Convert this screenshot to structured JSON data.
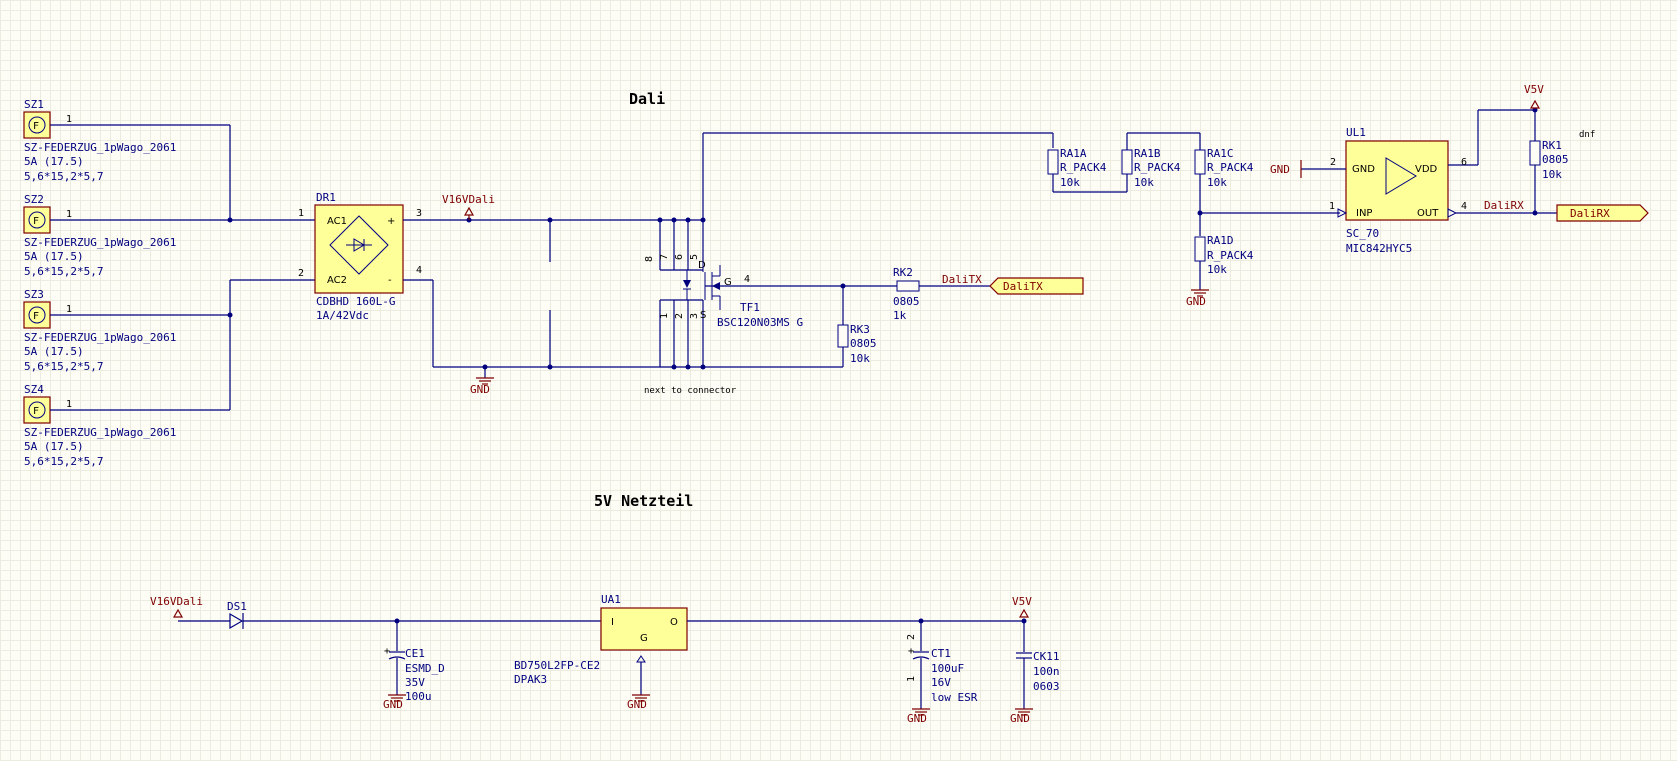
{
  "titles": {
    "dali": "Dali",
    "psu": "5V Netzteil"
  },
  "notes": {
    "connector": "next to connector",
    "dnf": "dnf"
  },
  "sz": [
    {
      "des": "SZ1",
      "pin": "1",
      "comment": "SZ-FEDERZUG_1pWago_2061",
      "rating": "5A (17.5)",
      "dims": "5,6*15,2*5,7",
      "glyph": "F"
    },
    {
      "des": "SZ2",
      "pin": "1",
      "comment": "SZ-FEDERZUG_1pWago_2061",
      "rating": "5A (17.5)",
      "dims": "5,6*15,2*5,7",
      "glyph": "F"
    },
    {
      "des": "SZ3",
      "pin": "1",
      "comment": "SZ-FEDERZUG_1pWago_2061",
      "rating": "5A (17.5)",
      "dims": "5,6*15,2*5,7",
      "glyph": "F"
    },
    {
      "des": "SZ4",
      "pin": "1",
      "comment": "SZ-FEDERZUG_1pWago_2061",
      "rating": "5A (17.5)",
      "dims": "5,6*15,2*5,7",
      "glyph": "F"
    }
  ],
  "dr1": {
    "des": "DR1",
    "comment": "CDBHD 160L-G",
    "rating": "1A/42Vdc",
    "pin_ac1": "AC1",
    "pin_ac2": "AC2",
    "pin_plus": "+",
    "pin_minus": "-",
    "pn1": "1",
    "pn2": "2",
    "pn3": "3",
    "pn4": "4"
  },
  "tf1": {
    "des": "TF1",
    "comment": "BSC120N03MS G",
    "d": "D",
    "g": "G",
    "s": "S",
    "p8": "8",
    "p7": "7",
    "p6": "6",
    "p5": "5",
    "p4": "4",
    "p1": "1",
    "p2": "2",
    "p3": "3"
  },
  "rk2": {
    "des": "RK2",
    "pkg": "0805",
    "val": "1k"
  },
  "rk3": {
    "des": "RK3",
    "pkg": "0805",
    "val": "10k"
  },
  "rk1": {
    "des": "RK1",
    "pkg": "0805",
    "val": "10k"
  },
  "ra1a": {
    "des": "RA1A",
    "pkg": "R_PACK4",
    "val": "10k"
  },
  "ra1b": {
    "des": "RA1B",
    "pkg": "R_PACK4",
    "val": "10k"
  },
  "ra1c": {
    "des": "RA1C",
    "pkg": "R_PACK4",
    "val": "10k"
  },
  "ra1d": {
    "des": "RA1D",
    "pkg": "R_PACK4",
    "val": "10k"
  },
  "ul1": {
    "des": "UL1",
    "pkg": "SC_70",
    "part": "MIC842HYC5",
    "gnd": "GND",
    "vdd": "VDD",
    "inp": "INP",
    "out": "OUT",
    "p2": "2",
    "p6": "6",
    "p1": "1",
    "p4": "4"
  },
  "ua1": {
    "des": "UA1",
    "part": "BD750L2FP-CE2",
    "pkg": "DPAK3",
    "i": "I",
    "o": "O",
    "g": "G"
  },
  "ds1": {
    "des": "DS1"
  },
  "ce1": {
    "des": "CE1",
    "pkg": "ESMD_D",
    "volt": "35V",
    "val": "100u"
  },
  "ct1": {
    "des": "CT1",
    "val": "100uF",
    "volt": "16V",
    "note": "low ESR",
    "p2": "2",
    "p1": "1"
  },
  "ck11": {
    "des": "CK11",
    "val": "100n",
    "pkg": "0603"
  },
  "nets": {
    "v16": "V16VDali",
    "v5v": "V5V",
    "gnd": "GND",
    "dalitx": "DaliTX",
    "dalirx": "DaliRX"
  },
  "ports": {
    "dalitx": "DaliTX",
    "dalirx": "DaliRX"
  },
  "colors": {
    "wire": "#00007f",
    "body": "#ffff99",
    "body_border": "#7f0000",
    "net_label": "#7f0000",
    "grid": "#ecebe0"
  }
}
